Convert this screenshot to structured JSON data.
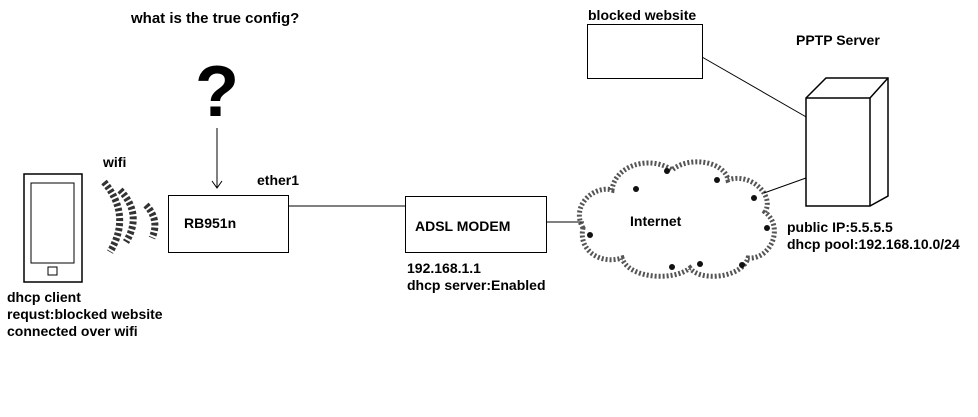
{
  "question": "what is the true config?",
  "question_mark": "?",
  "client": {
    "link_label": "wifi",
    "lines": [
      "dhcp client",
      "requst:blocked website",
      "connected over wifi"
    ]
  },
  "router": {
    "name": "RB951n",
    "port_label": "ether1"
  },
  "modem": {
    "name": "ADSL MODEM",
    "lines": [
      "192.168.1.1",
      "dhcp server:Enabled"
    ]
  },
  "internet": {
    "label": "Internet"
  },
  "blocked_site": {
    "label": "blocked website"
  },
  "pptp": {
    "title": "PPTP Server",
    "lines": [
      "public IP:5.5.5.5",
      "dhcp pool:192.168.10.0/24"
    ]
  }
}
